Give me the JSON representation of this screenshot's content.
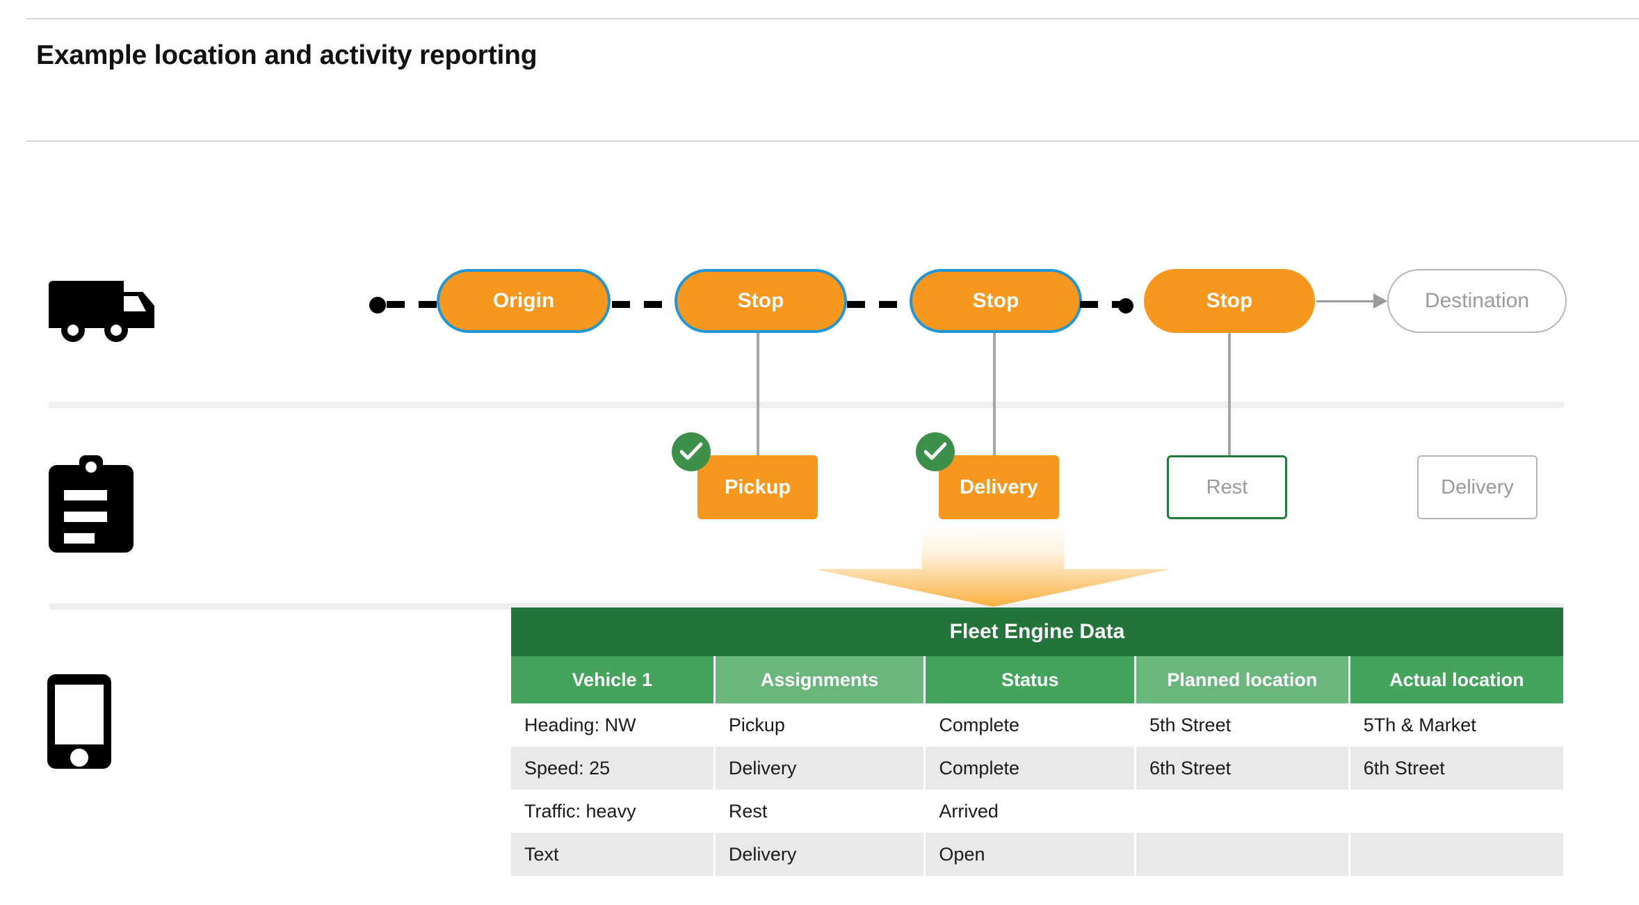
{
  "page": {
    "title": "Example location and activity reporting"
  },
  "colors": {
    "orange": "#F8971D",
    "blue_border": "#2196D4",
    "green_dark": "#23743A",
    "green_header_dark": "#44A45C",
    "green_header_light": "#6AB67D",
    "check_green": "#3C9049",
    "ghost_gray": "#9a9a9a",
    "row_alt": "#e9e9e9"
  },
  "rows": {
    "vehicle": {
      "icon": "truck-icon",
      "start_node": "route-start-dot",
      "stops": [
        {
          "label": "Origin",
          "style": "orange-blue-border"
        },
        {
          "label": "Stop",
          "style": "orange-blue-border"
        },
        {
          "label": "Stop",
          "style": "orange-blue-border"
        },
        {
          "label": "Stop",
          "style": "orange-plain"
        },
        {
          "label": "Destination",
          "style": "ghost-outline"
        }
      ]
    },
    "activity": {
      "icon": "clipboard-icon",
      "cards": [
        {
          "label": "Pickup",
          "style": "filled-orange",
          "completed": true
        },
        {
          "label": "Delivery",
          "style": "filled-orange",
          "completed": true
        },
        {
          "label": "Rest",
          "style": "outline-green",
          "completed": false
        },
        {
          "label": "Delivery",
          "style": "outline-gray",
          "completed": false
        }
      ],
      "check_icon": "check-circle-icon"
    },
    "device": {
      "icon": "phone-icon"
    }
  },
  "table": {
    "title": "Fleet Engine Data",
    "headers": [
      "Vehicle 1",
      "Assignments",
      "Status",
      "Planned location",
      "Actual location"
    ],
    "rows": [
      [
        "Heading: NW",
        "Pickup",
        "Complete",
        "5th Street",
        "5Th & Market"
      ],
      [
        "Speed: 25",
        "Delivery",
        "Complete",
        "6th Street",
        "6th Street"
      ],
      [
        "Traffic: heavy",
        "Rest",
        "Arrived",
        "",
        ""
      ],
      [
        "Text",
        "Delivery",
        "Open",
        "",
        ""
      ]
    ]
  }
}
